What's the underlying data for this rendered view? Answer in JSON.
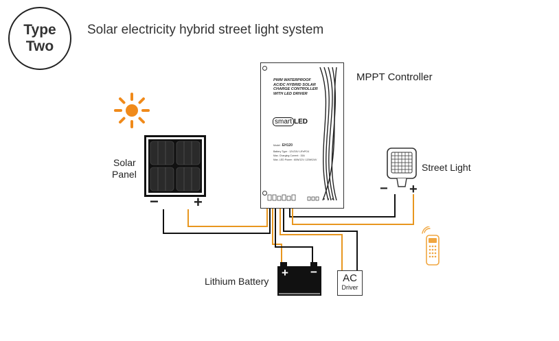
{
  "badge": {
    "line1": "Type",
    "line2": "Two"
  },
  "title": "Solar electricity hybrid street light system",
  "labels": {
    "mppt_controller": "MPPT Controller",
    "solar_panel_line1": "Solar",
    "solar_panel_line2": "Panel",
    "street_light": "Street Light",
    "lithium_battery": "Lithium Battery",
    "ac_driver_main": "AC",
    "ac_driver_sub": "Driver"
  },
  "controller": {
    "heading_lines": [
      "PWM WATERPROOF",
      "AC/DC HYBRID SOLAR",
      "CHARGE CONTROLLER",
      "WITH LED DRIVER"
    ],
    "brand_part1": "smart",
    "brand_part2": "LED",
    "model_label": "Model :",
    "model_value": "EH120",
    "specs": [
      "Battery Type : 12V/24V LiFePO4",
      "Max. Charging Current : 15A",
      "Max. LED Power : 60W/12V; 120W/24V"
    ]
  },
  "polarity": {
    "panel_minus": "−",
    "panel_plus": "+",
    "light_minus": "−",
    "light_plus": "+",
    "battery_plus": "+",
    "battery_minus": "−"
  },
  "colors": {
    "wire_orange": "#e8961e",
    "wire_black": "#111111",
    "sun": "#f08a1a",
    "remote": "#f0a640"
  },
  "icons": [
    "sun-icon",
    "solar-panel-icon",
    "mppt-controller-icon",
    "street-light-icon",
    "battery-icon",
    "ac-driver-icon",
    "remote-control-icon"
  ]
}
